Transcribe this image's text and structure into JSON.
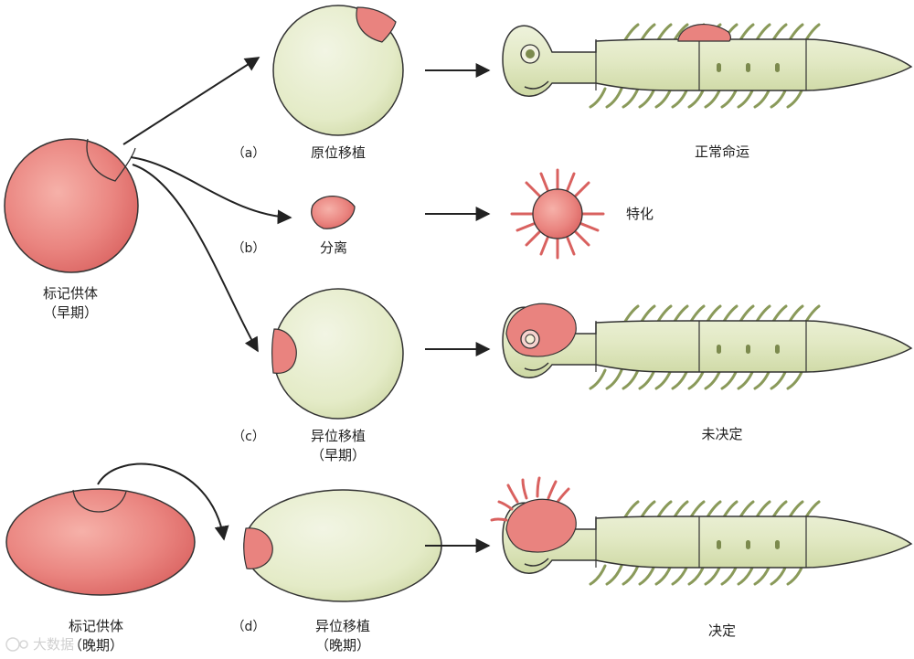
{
  "donor_early": {
    "label_1": "标记供体",
    "label_2": "（早期）"
  },
  "donor_late": {
    "label_1": "标记供体",
    "label_2": "（晚期）"
  },
  "row_a": {
    "letter": "（a）",
    "host_label": "原位移植",
    "result_label": "正常命运"
  },
  "row_b": {
    "letter": "（b）",
    "host_label": "分离",
    "result_label": "特化"
  },
  "row_c": {
    "letter": "（c）",
    "host_label_1": "异位移植",
    "host_label_2": "（早期）",
    "result_label": "未决定"
  },
  "row_d": {
    "letter": "（d）",
    "host_label_1": "异位移植",
    "host_label_2": "（晚期）",
    "result_label": "决定"
  },
  "watermark": "大数据",
  "colors": {
    "donor_red": "#e2716f",
    "host_green": "#e6eccb",
    "outline": "#333333",
    "spine": "#8a9a5a"
  }
}
